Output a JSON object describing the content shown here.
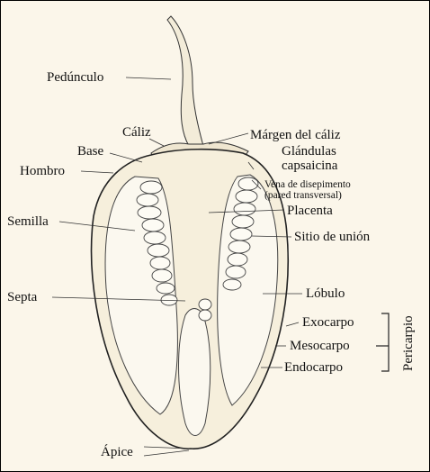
{
  "labels": {
    "peduncle": "Pedúnculo",
    "calyx": "Cáliz",
    "calyx_margin": "Márgen del cáliz",
    "base": "Base",
    "glands_line1": "Glándulas",
    "glands_line2": "capsaicina",
    "shoulder": "Hombro",
    "vein_line1": "Vena de disepimento",
    "vein_line2": "(pared transversal)",
    "placenta": "Placenta",
    "seed": "Semilla",
    "attachment_site": "Sitio de unión",
    "septum": "Septa",
    "lobe": "Lóbulo",
    "exocarp": "Exocarpo",
    "mesocarp": "Mesocarpo",
    "pericarp": "Pericarpio",
    "endocarp": "Endocarpo",
    "apex": "Ápice"
  }
}
